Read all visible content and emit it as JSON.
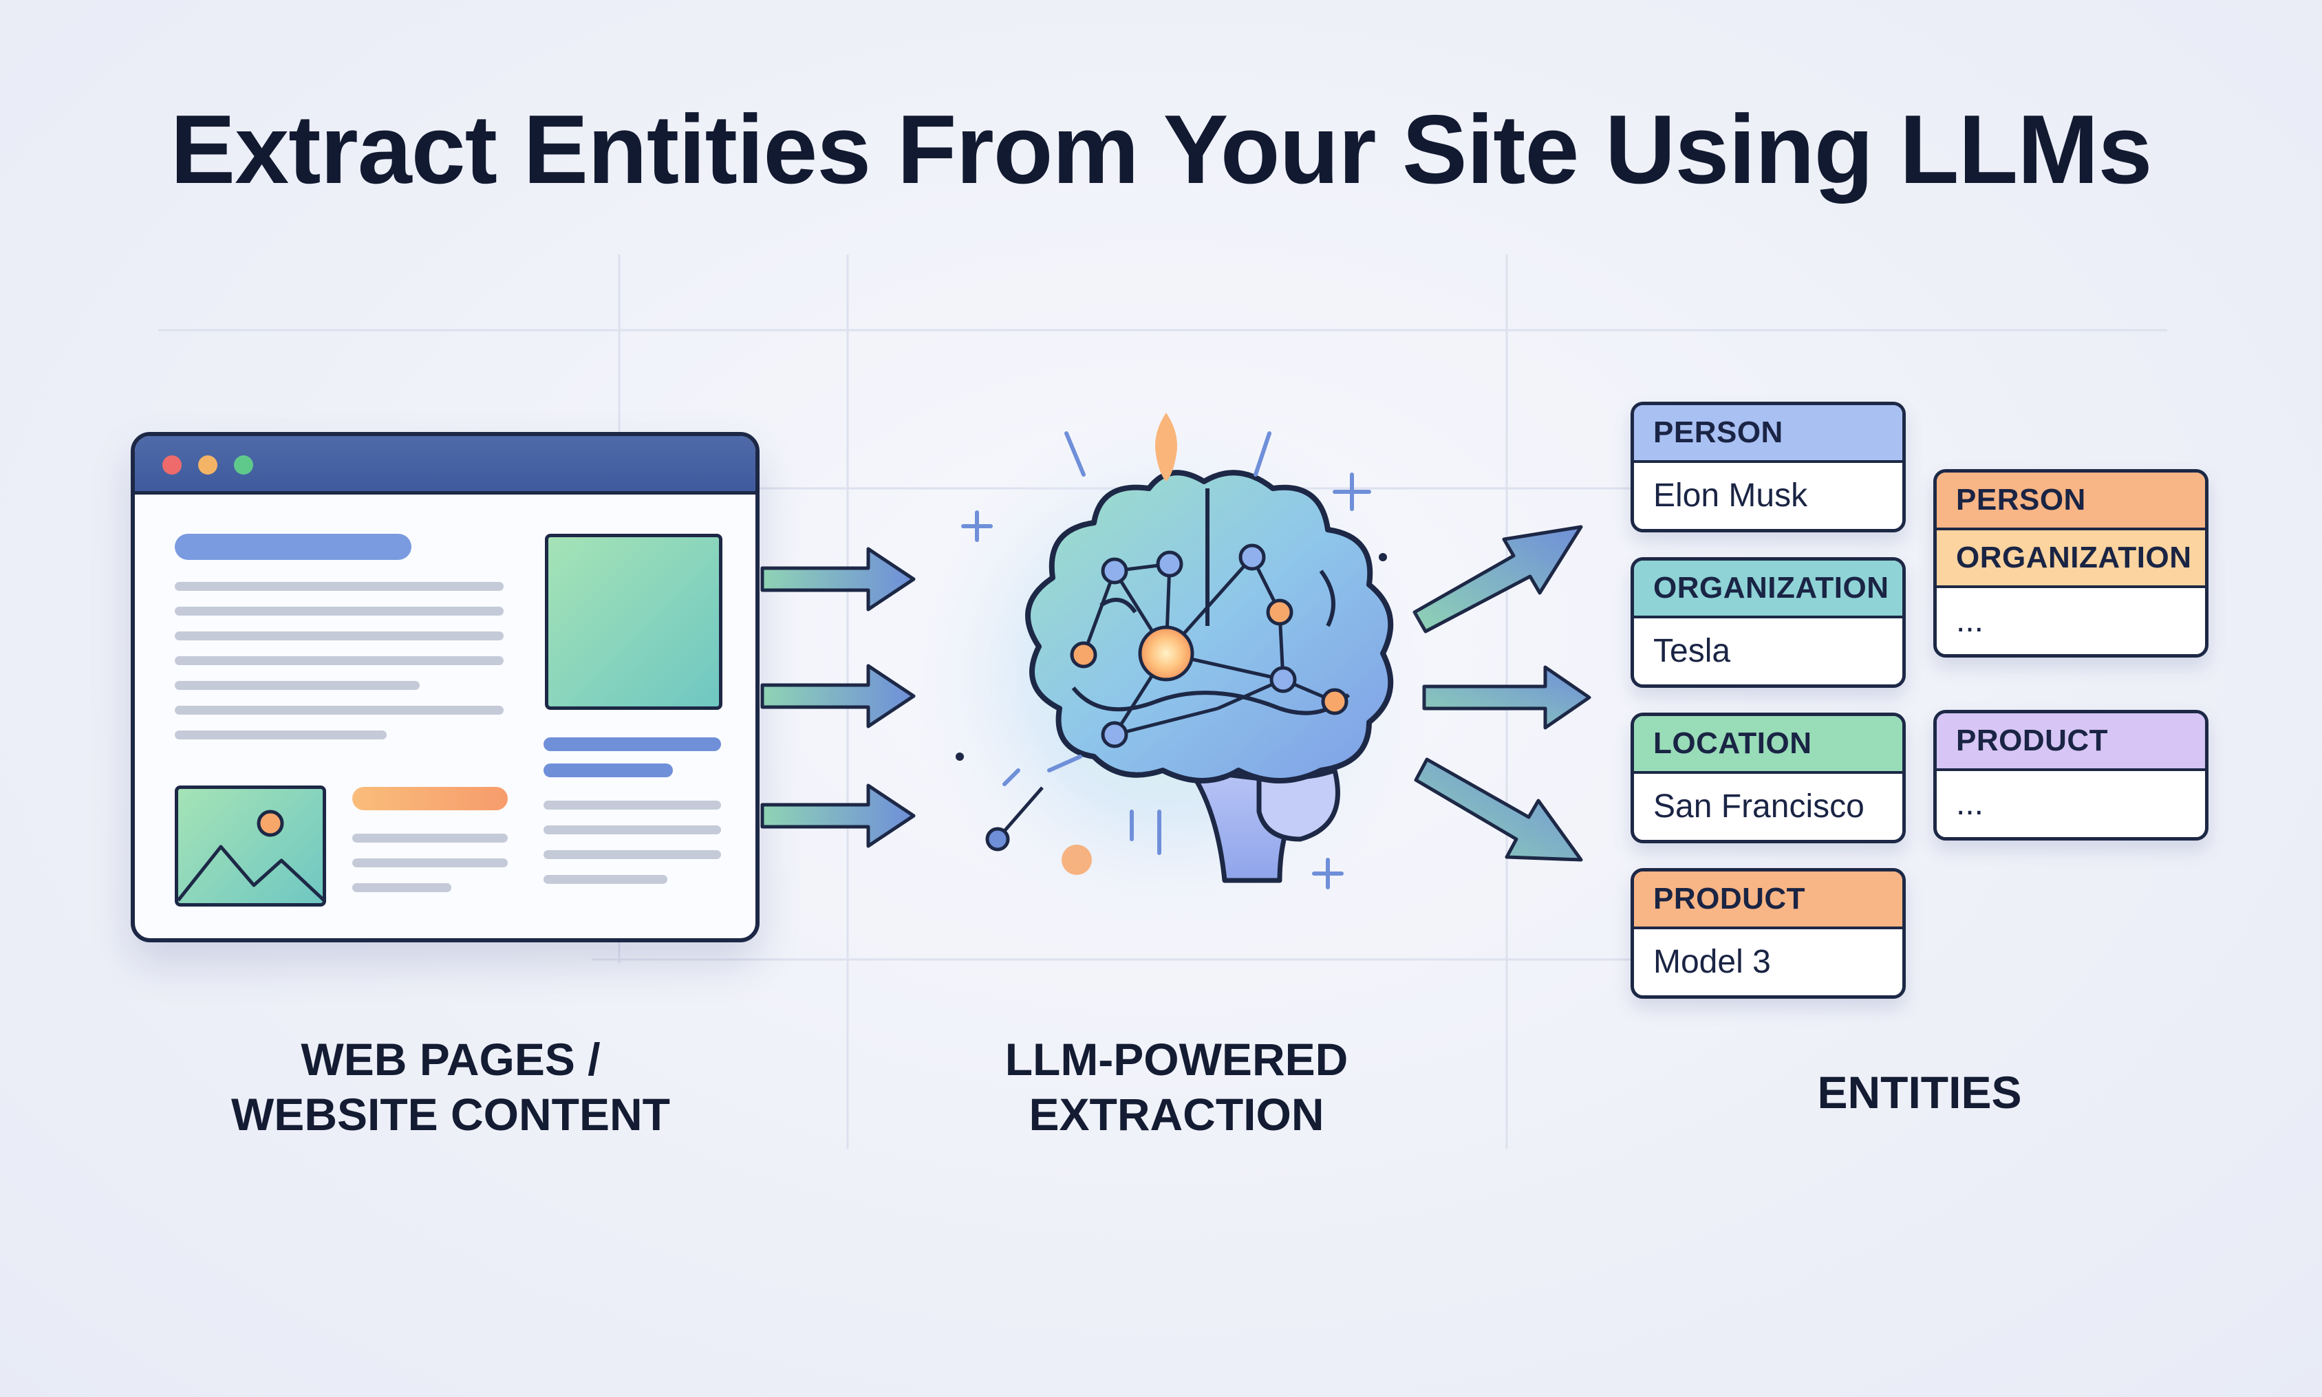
{
  "title": "Extract Entities From Your Site Using LLMs",
  "columns": {
    "source": {
      "line1": "WEB PAGES /",
      "line2": "WEBSITE CONTENT"
    },
    "process": {
      "line1": "LLM-POWERED",
      "line2": "EXTRACTION"
    },
    "output": {
      "line1": "ENTITIES"
    }
  },
  "entity_cards": [
    {
      "type": "PERSON",
      "value": "Elon Musk",
      "color": "#a9c0f2"
    },
    {
      "type": "ORGANIZATION",
      "value": "Tesla",
      "color": "#8fd3d6"
    },
    {
      "type": "LOCATION",
      "value": "San Francisco",
      "color": "#98dcb8"
    },
    {
      "type": "PRODUCT",
      "value": "Model 3",
      "color": "#f8b585"
    }
  ],
  "extra_cards": [
    {
      "type": "PERSON",
      "type2": "ORGANIZATION",
      "value": "...",
      "color": "#f8b585",
      "color2": "#fbd49f"
    },
    {
      "type": "PRODUCT",
      "value": "...",
      "color": "#d6c5f5"
    }
  ],
  "colors": {
    "outline": "#1d2846",
    "arrow_blue": "#6f8fd9",
    "arrow_green": "#8fd3b4",
    "accent_orange": "#f7a76a",
    "brain_blue": "#8fb0ec",
    "brain_green": "#9fe0c6"
  },
  "icons": {
    "window_dots": [
      "close-dot",
      "minimize-dot",
      "maximize-dot"
    ],
    "image_placeholder": "landscape-icon",
    "brain": "brain-network-icon",
    "sparkles": "sparkle-icon"
  }
}
